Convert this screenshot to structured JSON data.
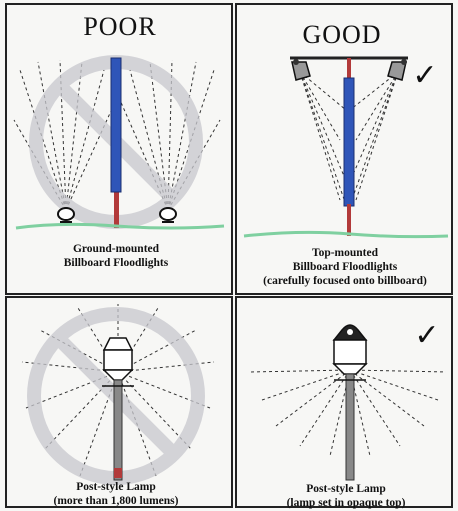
{
  "headings": {
    "poor": "POOR",
    "good": "GOOD"
  },
  "captions": {
    "top_left_line1": "Ground-mounted",
    "top_left_line2": "Billboard Floodlights",
    "top_right_line1": "Top-mounted",
    "top_right_line2": "Billboard Floodlights",
    "top_right_line3": "(carefully focused onto billboard)",
    "bottom_left_line1": "Post-style Lamp",
    "bottom_left_line2": "(more than 1,800 lumens)",
    "bottom_right_line1": "Post-style Lamp",
    "bottom_right_line2": "(lamp set in opaque top)"
  },
  "marks": {
    "check": "✓"
  },
  "colors": {
    "billboard_blue": "#2f55b8",
    "pole_red": "#b23a3a",
    "prohibition_gray": "#c8c8ce",
    "ground_green": "#7fd0a0",
    "border": "#222222"
  }
}
